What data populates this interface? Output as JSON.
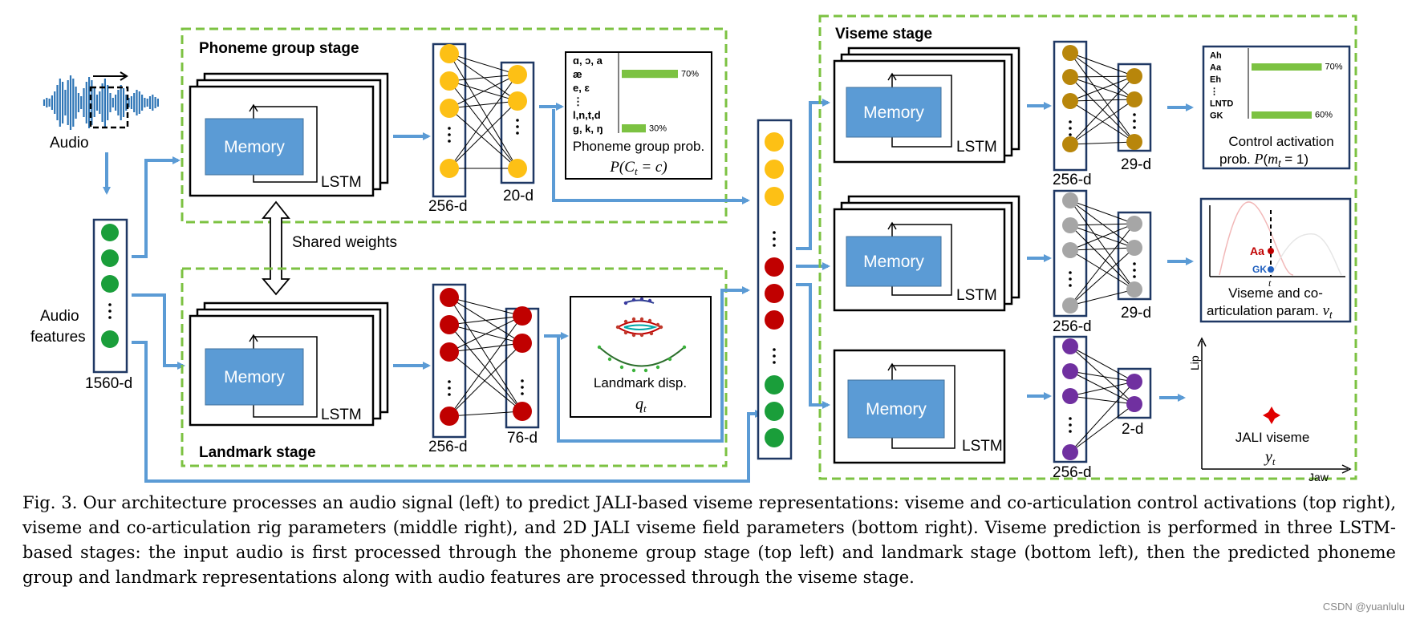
{
  "colors": {
    "blue": "#5b9bd5",
    "green": "#7cc242",
    "navy": "#1f3864",
    "yellow": "#fdc015",
    "red": "#c00000",
    "dark_green": "#1a9e3a",
    "olive": "#b8860b",
    "gray": "#a6a6a6",
    "purple": "#7030a0"
  },
  "input": {
    "audio_label": "Audio",
    "features_label": "Audio\nfeatures",
    "features_dim": "1560-d"
  },
  "phoneme_stage": {
    "title": "Phoneme group stage",
    "memory": "Memory",
    "lstm": "LSTM",
    "dim_a": "256-d",
    "dim_b": "20-d",
    "chart": {
      "rows": [
        "ɑ, ɔ, a",
        "æ",
        "e, ɛ",
        "⋮",
        "l,n,t,d",
        "g, k, ŋ"
      ],
      "bars": [
        {
          "row": "æ",
          "percent": 70,
          "label": "70%"
        },
        {
          "row": "g, k, ŋ",
          "percent": 30,
          "label": "30%"
        }
      ],
      "caption": "Phoneme group prob.",
      "formula": "P(C_t = c)"
    }
  },
  "shared_weights": "Shared weights",
  "landmark_stage": {
    "title": "Landmark stage",
    "memory": "Memory",
    "lstm": "LSTM",
    "dim_a": "256-d",
    "dim_b": "76-d",
    "caption": "Landmark disp.",
    "formula": "q_t"
  },
  "viseme_stage": {
    "title": "Viseme stage",
    "top": {
      "memory": "Memory",
      "lstm": "LSTM",
      "dim_a": "256-d",
      "dim_b": "29-d",
      "chart": {
        "rows": [
          "Ah",
          "Aa",
          "Eh",
          "⋮",
          "LNTD",
          "GK"
        ],
        "bars": [
          {
            "row": "Aa",
            "percent": 70,
            "label": "70%"
          },
          {
            "row": "GK",
            "percent": 60,
            "label": "60%"
          }
        ],
        "caption": "Control activation",
        "caption2": "prob. P(m_t = 1)"
      }
    },
    "middle": {
      "memory": "Memory",
      "lstm": "LSTM",
      "dim_a": "256-d",
      "dim_b": "29-d",
      "chart": {
        "point_a": "Aa",
        "point_b": "GK",
        "tick": "t",
        "caption": "Viseme and co-",
        "caption2": "articulation param. v_t"
      }
    },
    "bottom": {
      "memory": "Memory",
      "lstm": "LSTM",
      "dim_a": "256-d",
      "dim_b": "2-d",
      "chart": {
        "y_label": "Lip",
        "x_label": "Jaw",
        "caption": "JALI viseme",
        "formula": "y_t"
      }
    }
  },
  "caption": "Fig. 3.  Our architecture processes an audio signal (left) to predict JALI-based viseme representations: viseme and co-articulation control activations (top right), viseme and co-articulation rig parameters (middle right), and 2D JALI viseme field parameters (bottom right). Viseme prediction is performed in three LSTM-based stages: the input audio is first processed through the phoneme group stage (top left) and landmark stage (bottom left), then the predicted phoneme group and landmark representations along with audio features are processed through the viseme stage.",
  "watermark": "CSDN @yuanlulu"
}
